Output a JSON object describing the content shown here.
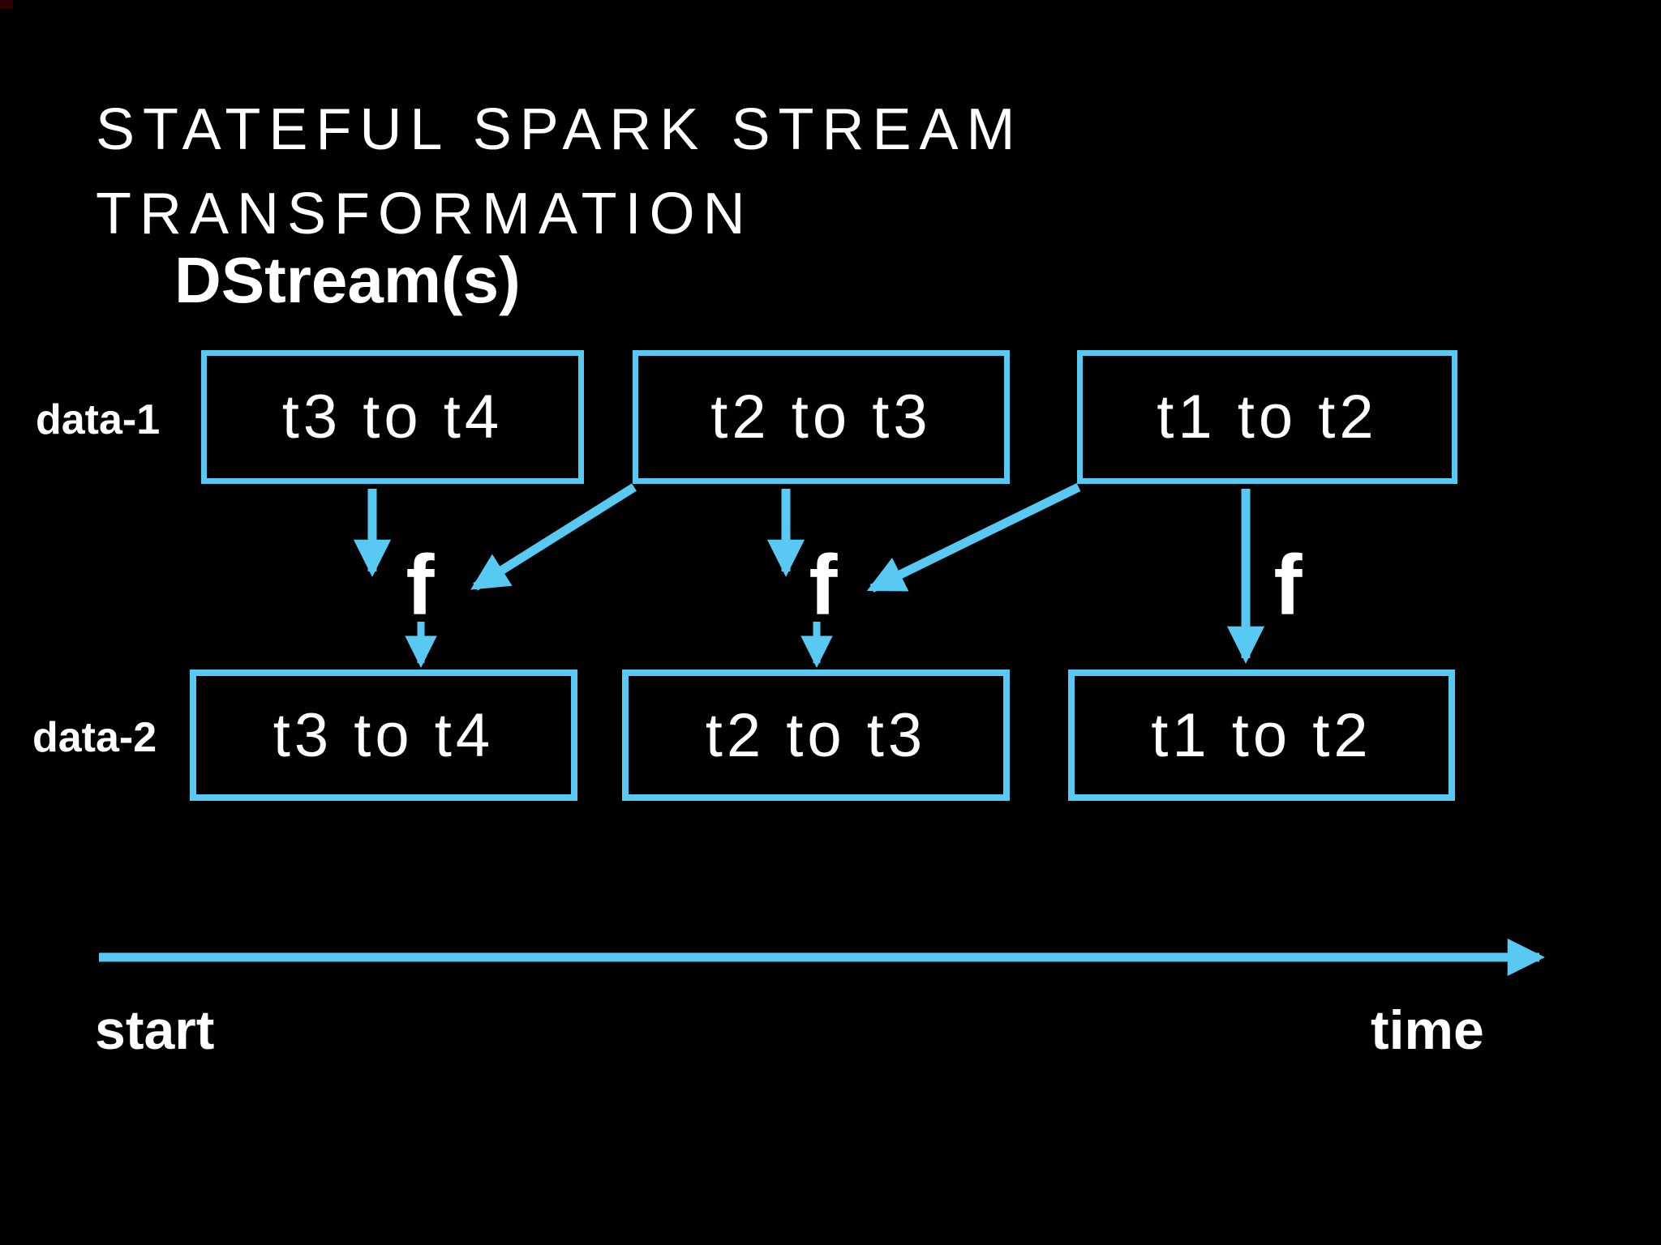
{
  "slide": {
    "title_line1": "STATEFUL SPARK STREAM",
    "title_line2": "TRANSFORMATION",
    "subtitle": "DStream(s)",
    "function_label": "f",
    "rows": [
      {
        "label": "data-1",
        "boxes": [
          "t3 to t4",
          "t2 to t3",
          "t1 to t2"
        ]
      },
      {
        "label": "data-2",
        "boxes": [
          "t3 to t4",
          "t2 to t3",
          "t1 to t2"
        ]
      }
    ],
    "axis": {
      "start_label": "start",
      "end_label": "time"
    },
    "colors": {
      "background": "#000000",
      "accent": "#57C9F2",
      "text": "#FFFFFF"
    }
  }
}
